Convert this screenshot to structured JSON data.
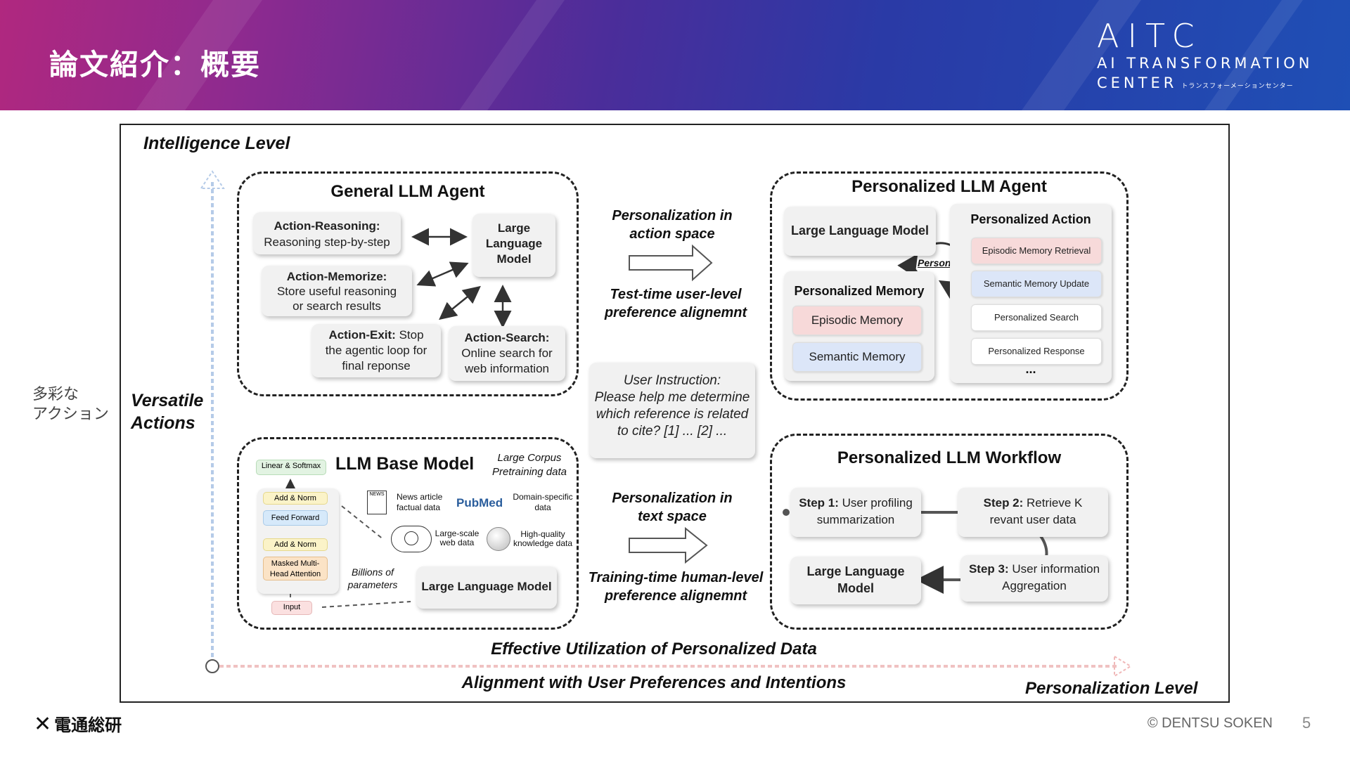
{
  "header": {
    "title": "論文紹介：概要",
    "logo_main": "AITC",
    "logo_sub1": "AI TRANSFORMATION",
    "logo_sub2": "CENTER",
    "logo_sub3": "トランスフォーメーションセンター"
  },
  "side_label": {
    "line1": "多彩な",
    "line2": "アクション"
  },
  "axes": {
    "y_title": "Intelligence Level",
    "y_left_line1": "Versatile",
    "y_left_line2": "Actions",
    "x_title": "Personalization Level",
    "x_top": "Effective Utilization of Personalized Data",
    "x_bottom": "Alignment with User Preferences and Intentions"
  },
  "general_agent": {
    "title": "General LLM Agent",
    "reasoning_head": "Action-Reasoning:",
    "reasoning_body": "Reasoning step-by-step",
    "memorize_head": "Action-Memorize:",
    "memorize_body1": "Store useful reasoning",
    "memorize_body2": "or search results",
    "exit_head": "Action-Exit:",
    "exit_body1": " Stop",
    "exit_body2": "the agentic loop for",
    "exit_body3": "final reponse",
    "search_head": "Action-Search:",
    "search_body1": "Online search for",
    "search_body2": "web information",
    "llm1": "Large",
    "llm2": "Language",
    "llm3": "Model"
  },
  "middle": {
    "top1": "Personalization in",
    "top2": "action space",
    "top3": "Test-time user-level",
    "top4": "preference alignemnt",
    "instr1": "User Instruction:",
    "instr2": "Please help me determine",
    "instr3": "which reference is related",
    "instr4": "to cite? [1] ... [2] ...",
    "bot1": "Personalization in",
    "bot2": "text space",
    "bot3": "Training-time human-level",
    "bot4": "preference alignemnt"
  },
  "personal_agent": {
    "title": "Personalized LLM Agent",
    "llm": "Large Language Model",
    "persona": "Persona",
    "memory_title": "Personalized Memory",
    "episodic": "Episodic Memory",
    "semantic": "Semantic Memory",
    "action_title": "Personalized Action",
    "a1": "Episodic Memory Retrieval",
    "a2": "Semantic Memory Update",
    "a3": "Personalized Search",
    "a4": "Personalized Response",
    "more": "..."
  },
  "base_model": {
    "title": "LLM Base Model",
    "corpus1": "Large Corpus",
    "corpus2": "Pretraining data",
    "tf_linear": "Linear & Softmax",
    "tf_addnorm1": "Add & Norm",
    "tf_ff": "Feed Forward",
    "tf_addnorm2": "Add & Norm",
    "tf_attn1": "Masked Multi-",
    "tf_attn2": "Head Attention",
    "tf_input": "Input",
    "news_icon": "NEWS",
    "news1": "News article",
    "news2": "factual data",
    "pubmed": "PubMed",
    "domain1": "Domain-specific",
    "domain2": "data",
    "web1": "Large-scale",
    "web2": "web data",
    "wiki1": "High-quality",
    "wiki2": "knowledge data",
    "billions1": "Billions of",
    "billions2": "parameters",
    "llm": "Large Language Model"
  },
  "workflow": {
    "title": "Personalized LLM Workflow",
    "s1_head": "Step 1:",
    "s1_a": " User profiling",
    "s1_b": "summarization",
    "s2_head": "Step 2:",
    "s2_a": " Retrieve K",
    "s2_b": "revant user data",
    "s3_head": "Step 3:",
    "s3_a": " User information",
    "s3_b": "Aggregation",
    "llm1": "Large Language",
    "llm2": "Model"
  },
  "footer": {
    "company": "電通総研",
    "copyright": "© DENTSU SOKEN",
    "page": "5"
  }
}
